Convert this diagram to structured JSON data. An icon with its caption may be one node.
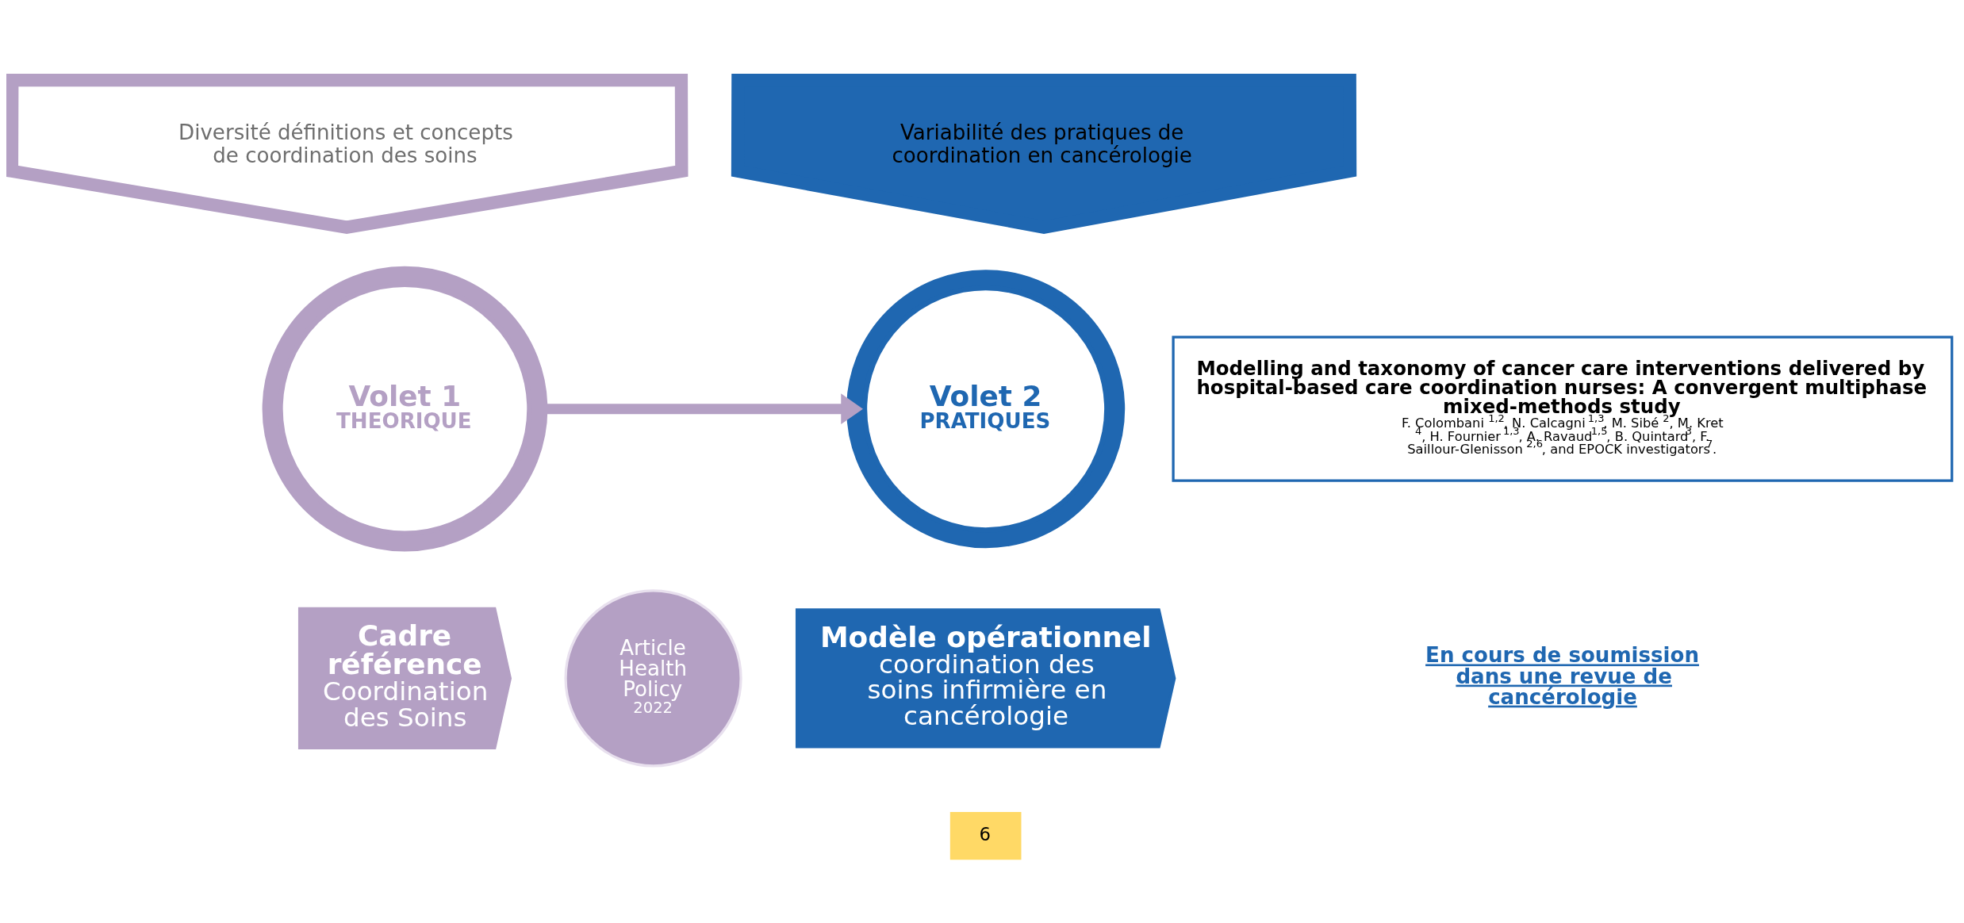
{
  "diagram": {
    "nodes": [
      {
        "text": [
          "Diversité définitions et concepts de coordination des soins"
        ]
      },
      {
        "text": [
          "Volet 1",
          "THEORIQUE"
        ]
      },
      {
        "text": [
          "Cadre référence",
          "Coordination des Soins"
        ]
      },
      {
        "text": [
          "Article Health Policy",
          "2022"
        ]
      },
      {
        "text": [
          "Variabilité des pratiques de coordination en cancérologie"
        ]
      },
      {
        "text": [
          "Volet 2",
          "PRATIQUES"
        ]
      },
      {
        "text": [
          "Modèle opérationnel",
          "coordination des soins infirmière en cancérologie"
        ]
      },
      {
        "text": [
          "Modelling and taxonomy of cancer care interventions delivered by hospital-based care coordination nurses: A convergent multiphase mixed-methods study",
          "F. Colombani $^{1,2}$, N. Calcagni $^{1,3}$, M. Sibé $^{2}$, M. Kret $^{4}$, H. Fournier $^{1,3}$, A. Ravaud$^{1,5}$, B. Quintard$^{3}$, F. Saillour-Glenisson $^{2,6}$, and EPOCK investigators$^{7}$."
        ]
      }
    ],
    "edges": [
      {
        "from": 1,
        "to": 5,
        "arrow": "to"
      }
    ],
    "labels": [
      "En cours de soumission dans une revue de cancérologie",
      "6"
    ]
  }
}
